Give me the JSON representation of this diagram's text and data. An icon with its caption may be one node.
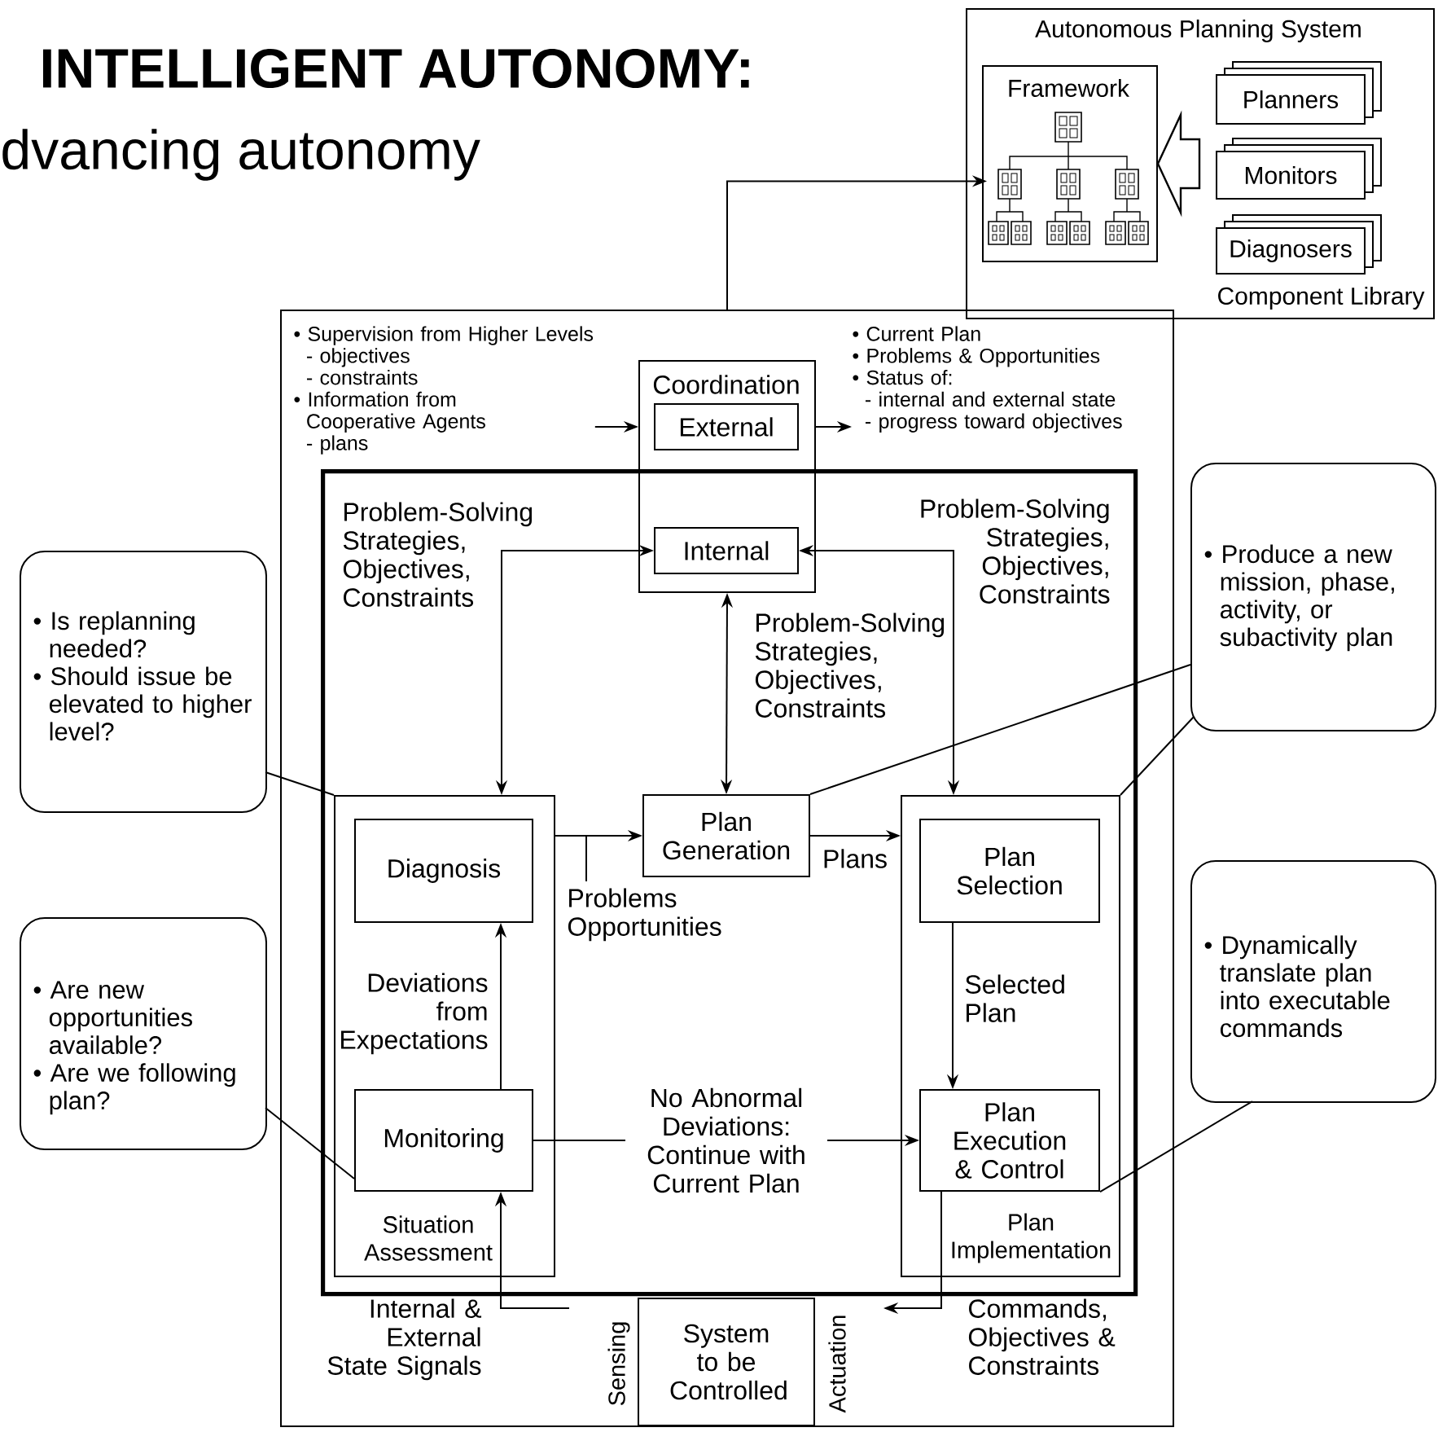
{
  "diagram": {
    "title": "INTELLIGENT AUTONOMY:",
    "nodes": [
      {
        "text": [
          "Autonomous Planning System",
          "Component Library"
        ]
      },
      {
        "text": [
          "Framework"
        ],
        "in": 0
      },
      {
        "text": [],
        "shape": "picture",
        "in": 1
      },
      {
        "text": [
          "Planners"
        ],
        "in": 0
      },
      {
        "text": [
          "Monitors"
        ],
        "in": 0
      },
      {
        "text": [
          "Diagnosers"
        ],
        "in": 0
      },
      {
        "text": [],
        "shape": "box"
      },
      {
        "text": [
          "• Supervision from Higher Levels",
          "- objectives",
          "- constraints",
          "• Information from Cooperative Agents",
          "- plans"
        ],
        "in": 6
      },
      {
        "text": [
          "Coordination"
        ],
        "in": 6
      },
      {
        "text": [
          "External"
        ],
        "in": 8
      },
      {
        "text": [
          "Internal"
        ]
      },
      {
        "text": [
          "• Current Plan",
          "• Problems & Opportunities",
          "• Status of:",
          "- internal and external state",
          "- progress toward objectives"
        ],
        "in": 6
      },
      {
        "text": [],
        "shape": "box",
        "in": 6
      },
      {
        "text": [
          "Situation Assessment"
        ],
        "in": 12
      },
      {
        "text": [
          "Diagnosis"
        ],
        "in": 13
      },
      {
        "text": [
          "Monitoring"
        ],
        "in": 13
      },
      {
        "text": [
          "Plan Generation"
        ],
        "in": 12
      },
      {
        "text": [
          "Plan Implementation"
        ],
        "in": 12
      },
      {
        "text": [
          "Plan Selection"
        ],
        "in": 17
      },
      {
        "text": [
          "Plan Execution & Control"
        ],
        "in": 17
      },
      {
        "text": [
          "System to be Controlled"
        ],
        "beside": [
          "Sensing",
          "Actuation"
        ],
        "in": 6
      },
      {
        "text": [
          "• Is replanning needed?",
          "• Should issue be elevated to higher level?"
        ]
      },
      {
        "text": [
          "• Are new opportunities available?",
          "• Are we following plan?"
        ]
      },
      {
        "text": [
          "• Produce a new mission, phase, activity, or subactivity plan"
        ]
      },
      {
        "text": [
          "• Dynamically translate plan into executable commands"
        ]
      }
    ],
    "edges": [
      {
        "from": 6,
        "to": 2,
        "arrow": "to"
      },
      {
        "from": 4,
        "to": 1,
        "arrow": "to",
        "style": "thick"
      },
      {
        "from": 7,
        "to": 8,
        "arrow": "to"
      },
      {
        "from": 8,
        "to": 11,
        "arrow": "to"
      },
      {
        "from": 10,
        "to": 13,
        "arrow": "both",
        "label": "Problem-Solving Strategies, Objectives, Constraints"
      },
      {
        "from": 8,
        "to": 16,
        "arrow": "both",
        "label": "Problem-Solving Strategies, Objectives, Constraints"
      },
      {
        "from": 10,
        "to": 17,
        "arrow": "both",
        "label": "Problem-Solving Strategies, Objectives, Constraints"
      },
      {
        "from": 13,
        "to": 16,
        "arrow": "to",
        "label": "Problems Opportunities"
      },
      {
        "from": 16,
        "to": 17,
        "arrow": "to",
        "label": "Plans"
      },
      {
        "from": 15,
        "to": 14,
        "arrow": "to",
        "label": "Deviations from Expectations"
      },
      {
        "from": 18,
        "to": 19,
        "arrow": "to",
        "label": "Selected Plan"
      },
      {
        "from": 15,
        "to": 19,
        "arrow": "to",
        "label": "No Abnormal Deviations: Continue with Current Plan"
      },
      {
        "from": 20,
        "to": 15,
        "arrow": "to",
        "label": "Internal & External State Signals"
      },
      {
        "from": 19,
        "to": 20,
        "arrow": "to",
        "label": "Commands, Objectives & Constraints"
      },
      {
        "from": 21,
        "to": 13,
        "arrow": "none"
      },
      {
        "from": 22,
        "to": 15,
        "arrow": "none"
      },
      {
        "from": 23,
        "to": 16,
        "arrow": "none"
      },
      {
        "from": 23,
        "to": 17,
        "arrow": "none"
      },
      {
        "from": 24,
        "to": 19,
        "arrow": "none"
      }
    ],
    "labels": [
      "dvancing autonomy"
    ]
  }
}
